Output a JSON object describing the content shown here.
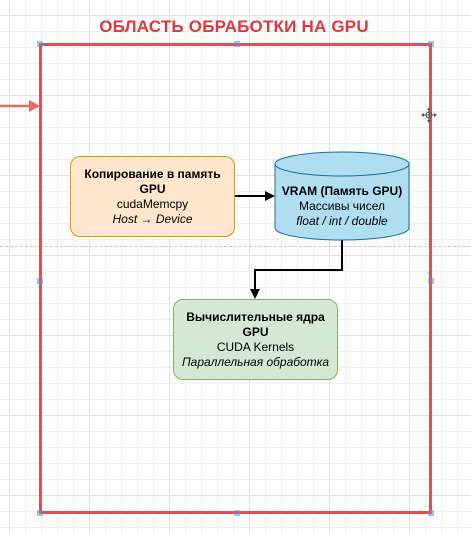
{
  "container": {
    "title": "ОБЛАСТЬ ОБРАБОТКИ НА GPU",
    "border_color": "#e05252",
    "title_color": "#e8363a"
  },
  "nodes": {
    "copy": {
      "title": "Копирование в память GPU",
      "line1": "cudaMemcpy",
      "line2": "Host → Device",
      "fill": "#ffe6cc",
      "stroke": "#d79b00"
    },
    "vram": {
      "title": "VRAM (Память GPU)",
      "line1": "Массивы чисел",
      "line2": "float / int / double",
      "fill": "#b1ddf0",
      "stroke": "#10739e"
    },
    "kernels": {
      "title": "Вычислительные ядра GPU",
      "line1": "CUDA Kernels",
      "line2": "Параллельная обработка",
      "fill": "#d5e8d4",
      "stroke": "#82b366"
    }
  },
  "icons": {
    "incoming_arrow": "arrow-right-icon",
    "move": "move-icon"
  },
  "colors": {
    "incoming_arrow": "#ea6b66",
    "connector": "#000000"
  }
}
